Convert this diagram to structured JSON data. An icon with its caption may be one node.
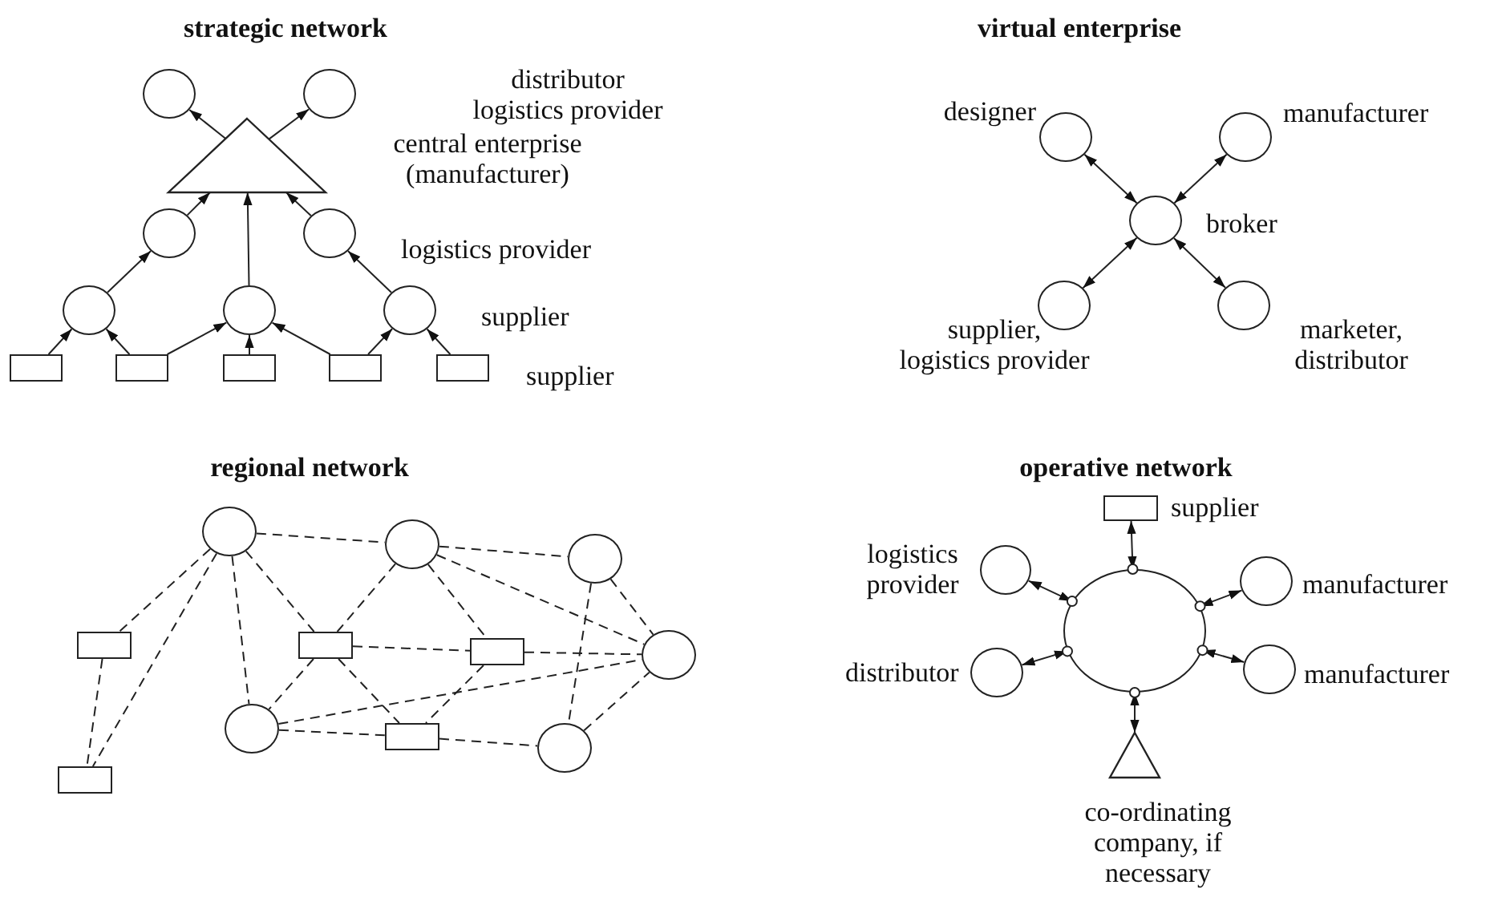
{
  "diagram": {
    "nodes": [
      {
        "text": [],
        "shape": "circle"
      },
      {
        "text": [],
        "shape": "circle"
      },
      {
        "text": [],
        "shape": "triangle"
      },
      {
        "text": [],
        "shape": "circle"
      },
      {
        "text": [],
        "shape": "circle"
      },
      {
        "text": [],
        "shape": "circle"
      },
      {
        "text": [],
        "shape": "circle"
      },
      {
        "text": [],
        "shape": "circle"
      },
      {
        "text": [],
        "shape": "box"
      },
      {
        "text": [],
        "shape": "box"
      },
      {
        "text": [],
        "shape": "box"
      },
      {
        "text": [],
        "shape": "box"
      },
      {
        "text": [],
        "shape": "box"
      },
      {
        "text": [],
        "shape": "circle",
        "beside": [
          "designer"
        ]
      },
      {
        "text": [],
        "shape": "circle",
        "beside": [
          "manufacturer"
        ]
      },
      {
        "text": [],
        "shape": "circle",
        "beside": [
          "broker"
        ]
      },
      {
        "text": [],
        "shape": "circle",
        "beside": [
          "supplier, logistics provider"
        ]
      },
      {
        "text": [],
        "shape": "circle",
        "beside": [
          "marketer, distributor"
        ]
      },
      {
        "text": [],
        "shape": "circle"
      },
      {
        "text": [],
        "shape": "circle"
      },
      {
        "text": [],
        "shape": "circle"
      },
      {
        "text": [],
        "shape": "box"
      },
      {
        "text": [],
        "shape": "box"
      },
      {
        "text": [],
        "shape": "box"
      },
      {
        "text": [],
        "shape": "circle"
      },
      {
        "text": [],
        "shape": "circle"
      },
      {
        "text": [],
        "shape": "box"
      },
      {
        "text": [],
        "shape": "circle"
      },
      {
        "text": [],
        "shape": "box"
      },
      {
        "text": [],
        "shape": "box",
        "beside": [
          "supplier"
        ]
      },
      {
        "text": [],
        "shape": "circle",
        "beside": [
          "logistics provider"
        ]
      },
      {
        "text": [],
        "shape": "circle"
      },
      {
        "text": [],
        "shape": "circle",
        "beside": [
          "manufacturer"
        ]
      },
      {
        "text": [],
        "shape": "circle",
        "beside": [
          "distributor"
        ]
      },
      {
        "text": [],
        "shape": "circle",
        "beside": [
          "manufacturer"
        ]
      },
      {
        "text": [],
        "shape": "triangle",
        "beside": [
          "co-ordinating company, if necessary"
        ]
      }
    ],
    "edges": [
      {
        "from": 8,
        "to": 5,
        "arrow": "to"
      },
      {
        "from": 9,
        "to": 5,
        "arrow": "to"
      },
      {
        "from": 9,
        "to": 6,
        "arrow": "to"
      },
      {
        "from": 10,
        "to": 6,
        "arrow": "to"
      },
      {
        "from": 11,
        "to": 6,
        "arrow": "to"
      },
      {
        "from": 11,
        "to": 7,
        "arrow": "to"
      },
      {
        "from": 12,
        "to": 7,
        "arrow": "to"
      },
      {
        "from": 5,
        "to": 3,
        "arrow": "to"
      },
      {
        "from": 7,
        "to": 4,
        "arrow": "to"
      },
      {
        "from": 3,
        "to": 2,
        "arrow": "to"
      },
      {
        "from": 6,
        "to": 2,
        "arrow": "to"
      },
      {
        "from": 4,
        "to": 2,
        "arrow": "to"
      },
      {
        "from": 2,
        "to": 0,
        "arrow": "to"
      },
      {
        "from": 2,
        "to": 1,
        "arrow": "to"
      },
      {
        "from": 15,
        "to": 13,
        "arrow": "both"
      },
      {
        "from": 15,
        "to": 14,
        "arrow": "both"
      },
      {
        "from": 15,
        "to": 16,
        "arrow": "both"
      },
      {
        "from": 15,
        "to": 17,
        "arrow": "both"
      },
      {
        "from": 18,
        "to": 19,
        "arrow": "none",
        "style": "dashed"
      },
      {
        "from": 19,
        "to": 20,
        "arrow": "none",
        "style": "dashed"
      },
      {
        "from": 18,
        "to": 21,
        "arrow": "none",
        "style": "dashed"
      },
      {
        "from": 18,
        "to": 28,
        "arrow": "none",
        "style": "dashed"
      },
      {
        "from": 18,
        "to": 25,
        "arrow": "none",
        "style": "dashed"
      },
      {
        "from": 18,
        "to": 22,
        "arrow": "none",
        "style": "dashed"
      },
      {
        "from": 19,
        "to": 22,
        "arrow": "none",
        "style": "dashed"
      },
      {
        "from": 19,
        "to": 23,
        "arrow": "none",
        "style": "dashed"
      },
      {
        "from": 19,
        "to": 24,
        "arrow": "none",
        "style": "dashed"
      },
      {
        "from": 20,
        "to": 24,
        "arrow": "none",
        "style": "dashed"
      },
      {
        "from": 20,
        "to": 27,
        "arrow": "none",
        "style": "dashed"
      },
      {
        "from": 21,
        "to": 28,
        "arrow": "none",
        "style": "dashed"
      },
      {
        "from": 22,
        "to": 23,
        "arrow": "none",
        "style": "dashed"
      },
      {
        "from": 23,
        "to": 24,
        "arrow": "none",
        "style": "dashed"
      },
      {
        "from": 22,
        "to": 25,
        "arrow": "none",
        "style": "dashed"
      },
      {
        "from": 22,
        "to": 26,
        "arrow": "none",
        "style": "dashed"
      },
      {
        "from": 23,
        "to": 26,
        "arrow": "none",
        "style": "dashed"
      },
      {
        "from": 25,
        "to": 24,
        "arrow": "none",
        "style": "dashed"
      },
      {
        "from": 25,
        "to": 26,
        "arrow": "none",
        "style": "dashed"
      },
      {
        "from": 26,
        "to": 27,
        "arrow": "none",
        "style": "dashed"
      },
      {
        "from": 27,
        "to": 24,
        "arrow": "none",
        "style": "dashed"
      },
      {
        "from": 29,
        "to": 31,
        "arrow": "both"
      },
      {
        "from": 30,
        "to": 31,
        "arrow": "both"
      },
      {
        "from": 32,
        "to": 31,
        "arrow": "both"
      },
      {
        "from": 33,
        "to": 31,
        "arrow": "both"
      },
      {
        "from": 34,
        "to": 31,
        "arrow": "both"
      },
      {
        "from": 35,
        "to": 31,
        "arrow": "both"
      }
    ],
    "labels": [
      "strategic network",
      "distributor logistics provider",
      "central enterprise (manufacturer)",
      "logistics provider",
      "supplier",
      "supplier",
      "virtual enterprise",
      "regional network",
      "operative network"
    ]
  }
}
